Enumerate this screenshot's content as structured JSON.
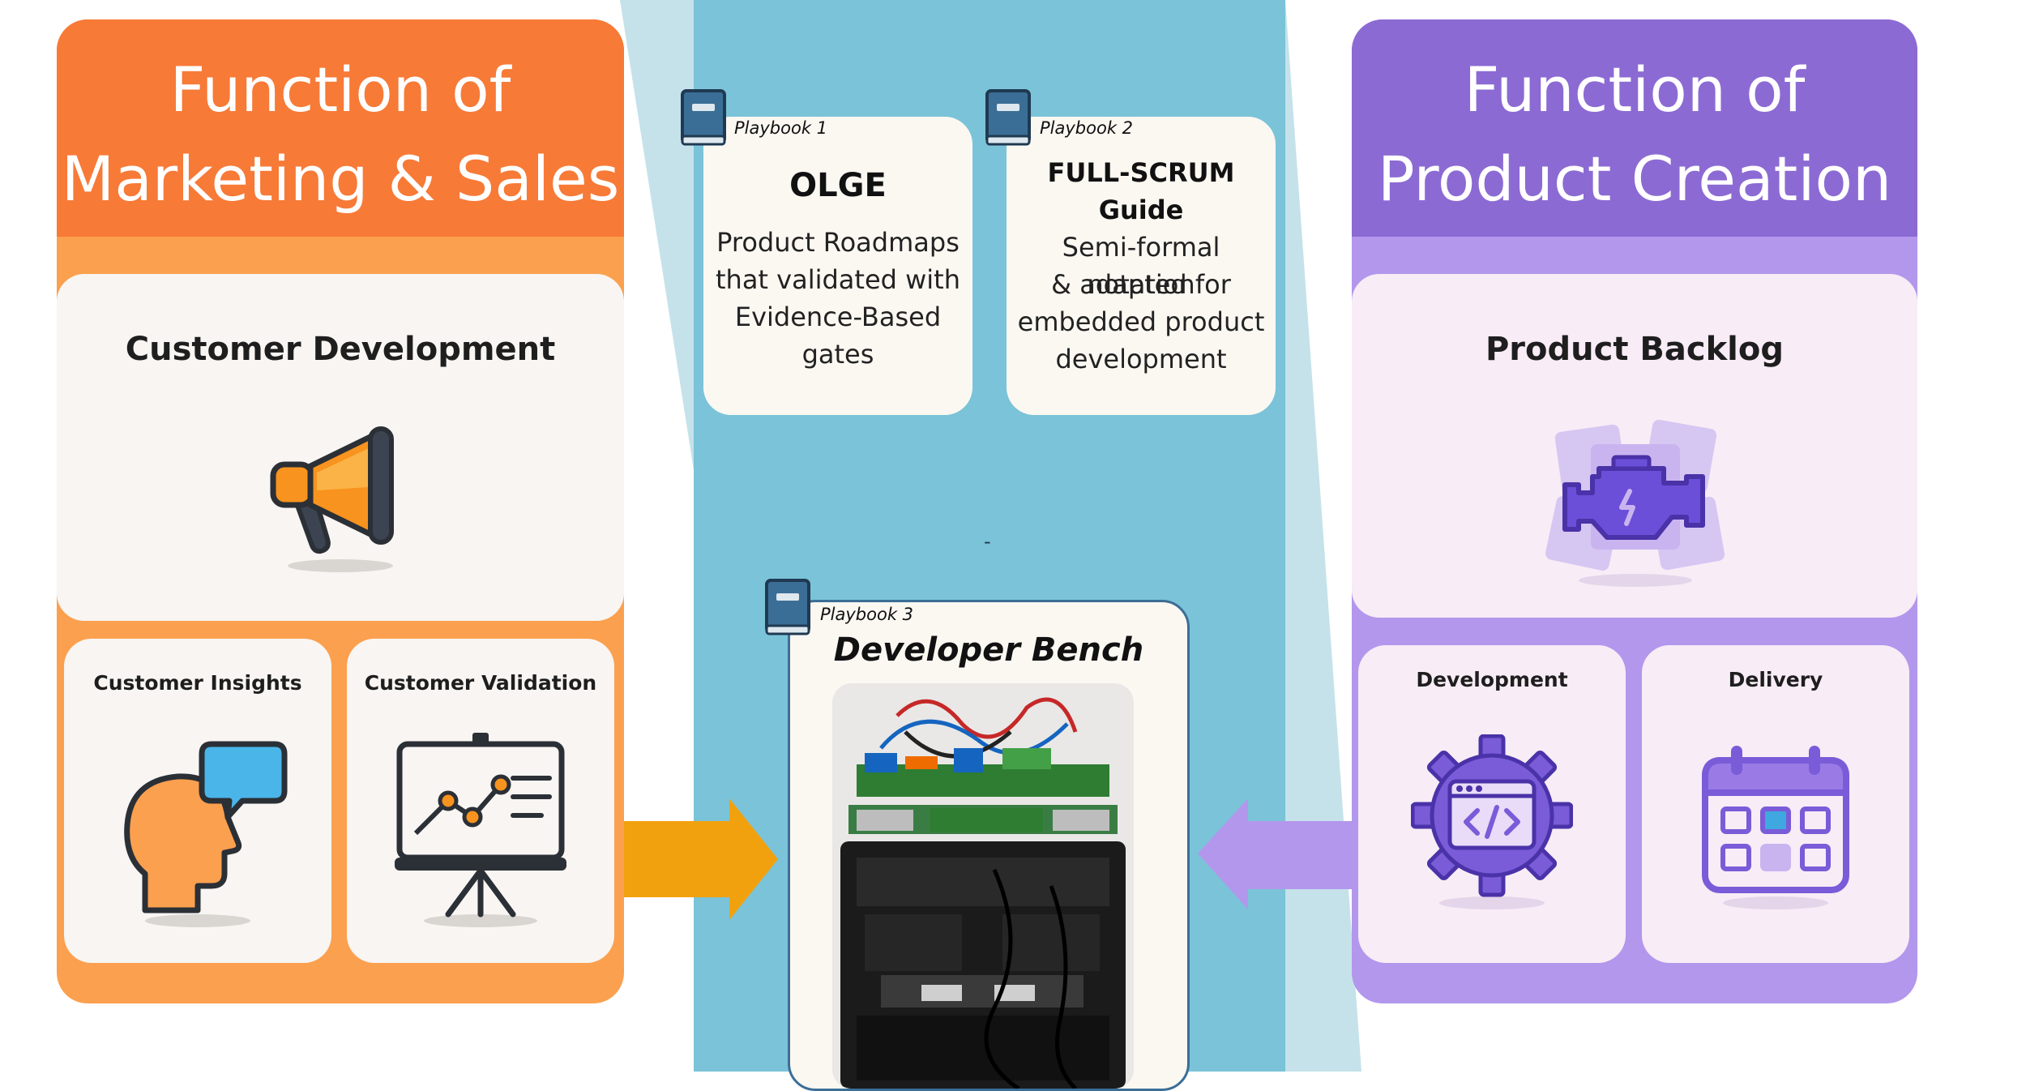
{
  "left_column": {
    "title_line1": "Function of",
    "title_line2": "Marketing & Sales",
    "main_card_title": "Customer Development",
    "sub_card_1_title": "Customer Insights",
    "sub_card_2_title": "Customer Validation",
    "header_color": "#f77a37",
    "body_color": "#fba04f"
  },
  "right_column": {
    "title_line1": "Function of",
    "title_line2": "Product Creation",
    "main_card_title": "Product Backlog",
    "sub_card_1_title": "Development",
    "sub_card_2_title": "Delivery",
    "header_color": "#8c6ad3",
    "body_color": "#b397ec"
  },
  "playbooks": [
    {
      "label": "Playbook 1",
      "title": "OLGE",
      "lines": [
        "Product Roadmaps",
        "that validated with",
        "Evidence-Based gates"
      ]
    },
    {
      "label": "Playbook 2",
      "title_line1": "FULL-SCRUM",
      "title_line2": "Guide",
      "lines": [
        "Semi-formal notation",
        "& adapted for",
        "embedded product",
        "development"
      ]
    },
    {
      "label": "Playbook 3",
      "title": "Developer Bench"
    }
  ],
  "center_dash": "-",
  "colors": {
    "center_bg": "#7bc3d8",
    "arrow_left": "#f2a10e",
    "arrow_right": "#b397ec"
  },
  "icons": {
    "book": "book-icon",
    "megaphone": "megaphone-icon",
    "head_chat": "head-speech-bubble-icon",
    "presentation": "presentation-chart-icon",
    "engine": "engine-icon",
    "gear_code": "gear-code-icon",
    "calendar": "calendar-icon",
    "bench_photo": "developer-bench-photo"
  }
}
